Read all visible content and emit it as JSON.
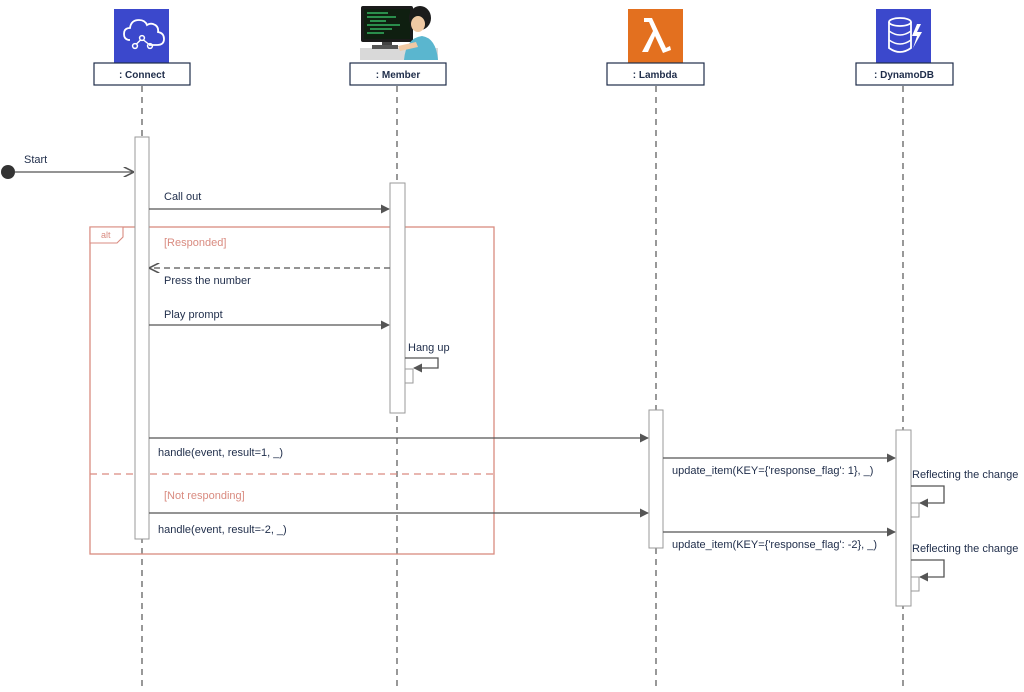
{
  "participants": {
    "connect": ": Connect",
    "member": ": Member",
    "lambda": ": Lambda",
    "dynamodb": ": DynamoDB"
  },
  "start_label": "Start",
  "alt": {
    "label": "alt",
    "guard_responded": "[Responded]",
    "guard_not_responding": "[Not responding]"
  },
  "messages": {
    "call_out": "Call out",
    "press_number": "Press the number",
    "play_prompt": "Play prompt",
    "hang_up": "Hang up",
    "handle_success": "handle(event, result=1, _)",
    "update_success": "update_item(KEY={'response_flag': 1}, _)",
    "reflect_1": "Reflecting the change",
    "handle_fail": "handle(event, result=-2, _)",
    "update_fail": "update_item(KEY={'response_flag': -2}, _)",
    "reflect_2": "Reflecting the change"
  },
  "icons": {
    "connect": "amazon-connect-icon",
    "member": "person-at-computer-icon",
    "lambda": "aws-lambda-icon",
    "dynamodb": "dynamodb-icon"
  },
  "colors": {
    "connect_icon": "#3b48cc",
    "lambda_icon": "#e3701f",
    "dynamodb_icon": "#3b48cc",
    "alt_frame": "#d98b80",
    "arrow": "#555555",
    "text": "#1f2d4a"
  }
}
